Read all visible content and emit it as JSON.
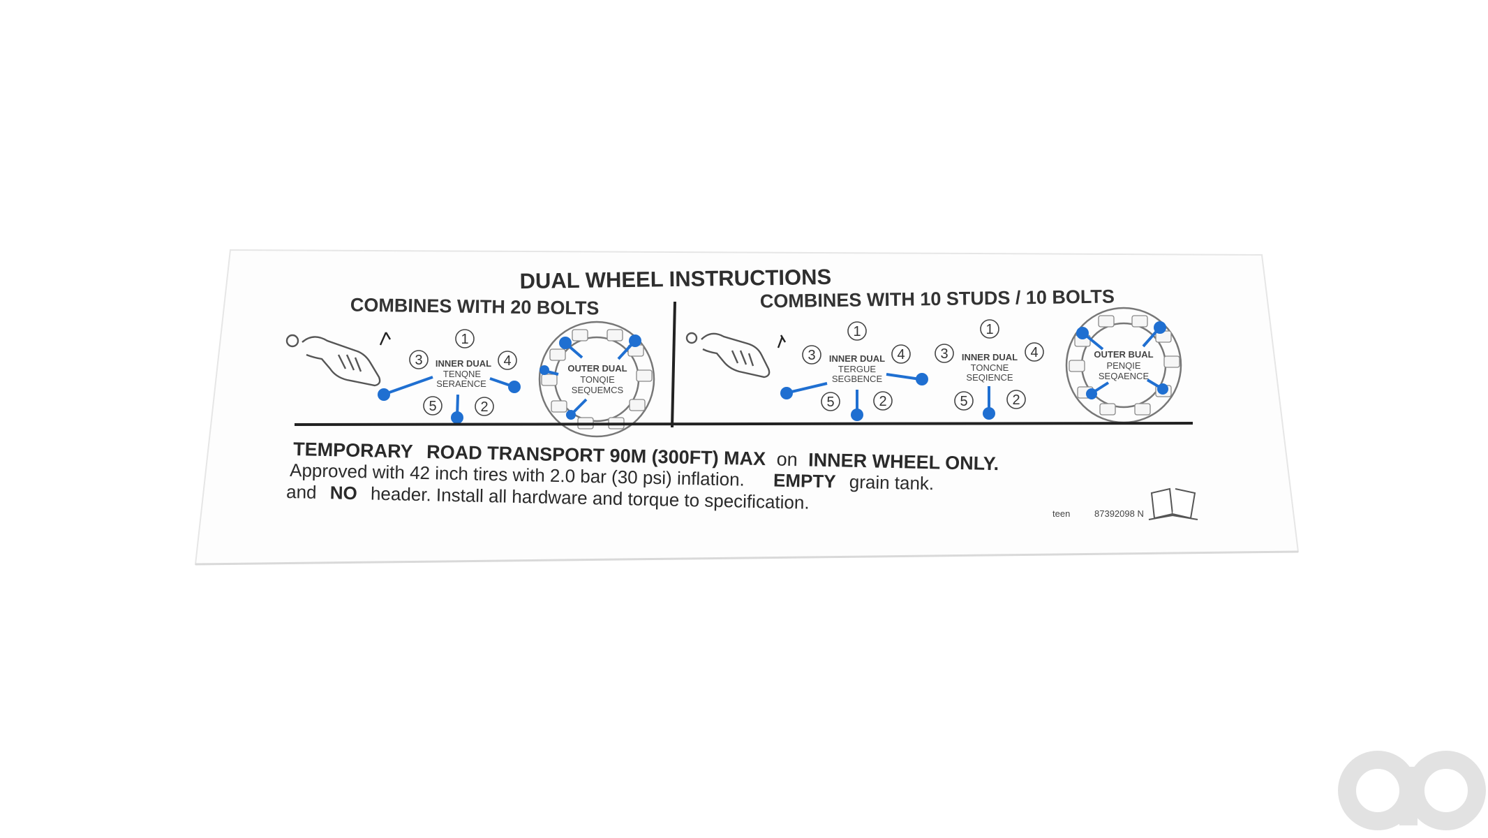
{
  "decal": {
    "title": "DUAL WHEEL INSTRUCTIONS",
    "left_panel": {
      "heading": "COMBINES WITH 20 BOLTS",
      "inner_diagram": {
        "label_lines": [
          "INNER DUAL",
          "TENQNE",
          "SERAENCE"
        ],
        "numbers": [
          "1",
          "2",
          "3",
          "4",
          "5"
        ]
      },
      "outer_diagram": {
        "label_lines": [
          "OUTER DUAL",
          "TONQIE",
          "SEQUEMCS"
        ]
      }
    },
    "right_panel": {
      "heading": "COMBINES WITH 10 STUDS / 10 BOLTS",
      "inner_diagram_1": {
        "label_lines": [
          "INNER DUAL",
          "TERGUE",
          "SEGBENCE"
        ],
        "numbers": [
          "1",
          "2",
          "3",
          "4",
          "5"
        ]
      },
      "inner_diagram_2": {
        "label_lines": [
          "INNER DUAL",
          "TONCNE",
          "SEQIENCE"
        ],
        "numbers": [
          "1",
          "2",
          "3",
          "4",
          "5"
        ]
      },
      "outer_diagram": {
        "label_lines": [
          "OUTER BUAL",
          "PENQIE",
          "SEQAENCE"
        ]
      }
    },
    "warning": {
      "line1_a": "TEMPORARY",
      "line1_b": "ROAD TRANSPORT 90M (300FT) MAX",
      "line1_c": "on",
      "line1_d": "INNER WHEEL ONLY.",
      "line2_a": "Approved with 42 inch tires with 2.0 bar (30 psi) inflation.",
      "line2_b": "EMPTY",
      "line2_c": "grain tank.",
      "line3_a": "and",
      "line3_b": "NO",
      "line3_c": "header. Install all hardware and torque to specification."
    },
    "part_code_left": "teen",
    "part_code_right": "87392098 N",
    "icons": {
      "wrench": "wrench-hand-icon",
      "manual": "open-book-icon"
    }
  },
  "watermark": {
    "text": "ao"
  },
  "colors": {
    "accent_blue": "#1f6fd1",
    "ink": "#2e2e2e",
    "decal_bg": "#fdfdfd"
  }
}
